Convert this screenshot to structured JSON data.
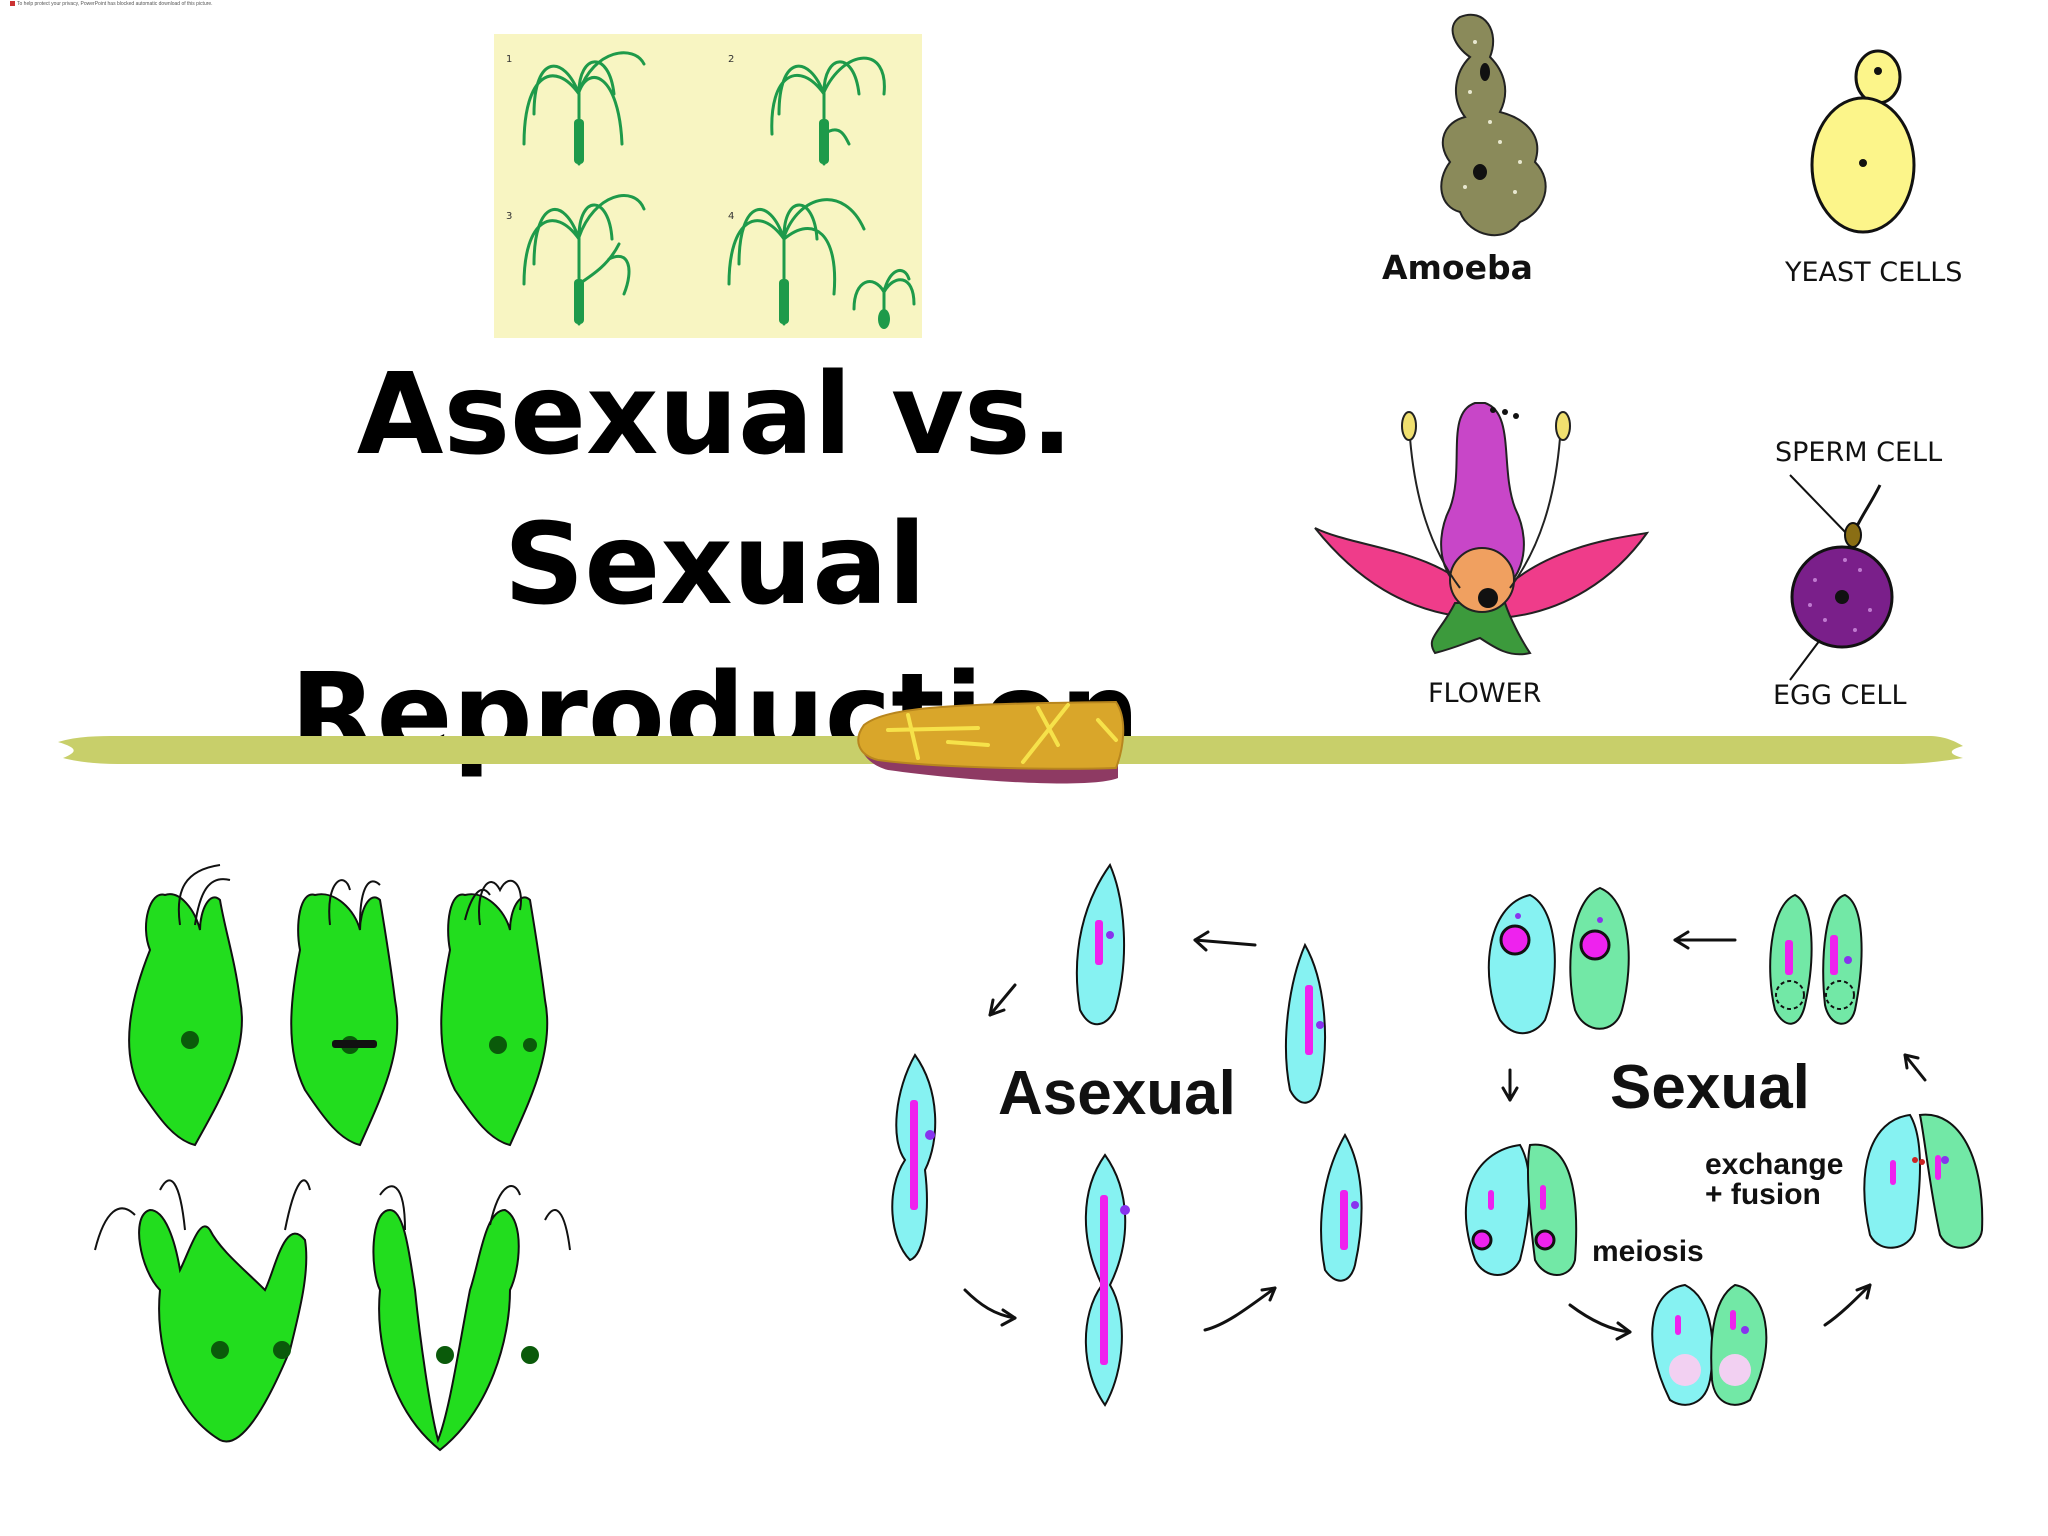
{
  "notice": "To help protect your privacy, PowerPoint has blocked automatic download of this picture.",
  "slide": {
    "title_line1": "Asexual vs. Sexual",
    "title_line2": "Reproduction"
  },
  "hydra_panel": {
    "steps": [
      "1",
      "2",
      "3",
      "4"
    ],
    "background": "#f8f5c2",
    "plant_color": "#1e9a4a"
  },
  "organisms": {
    "amoeba": "Amoeba",
    "yeast": "YEAST CELLS",
    "flower": "FLOWER",
    "sperm": "SPERM CELL",
    "egg": "EGG CELL"
  },
  "cycle": {
    "asexual": "Asexual",
    "sexual": "Sexual",
    "exchange": "exchange",
    "fusion": "+ fusion",
    "meiosis": "meiosis"
  },
  "colors": {
    "divider": "#c8cf6a",
    "badge": "#d9a62a",
    "badge_shadow": "#8e3a63",
    "euglena": "#22dd1e",
    "cell_cyan": "#86f2f2",
    "cell_green": "#72e8a6",
    "magenta": "#ee22ee",
    "purple": "#8833ee"
  }
}
